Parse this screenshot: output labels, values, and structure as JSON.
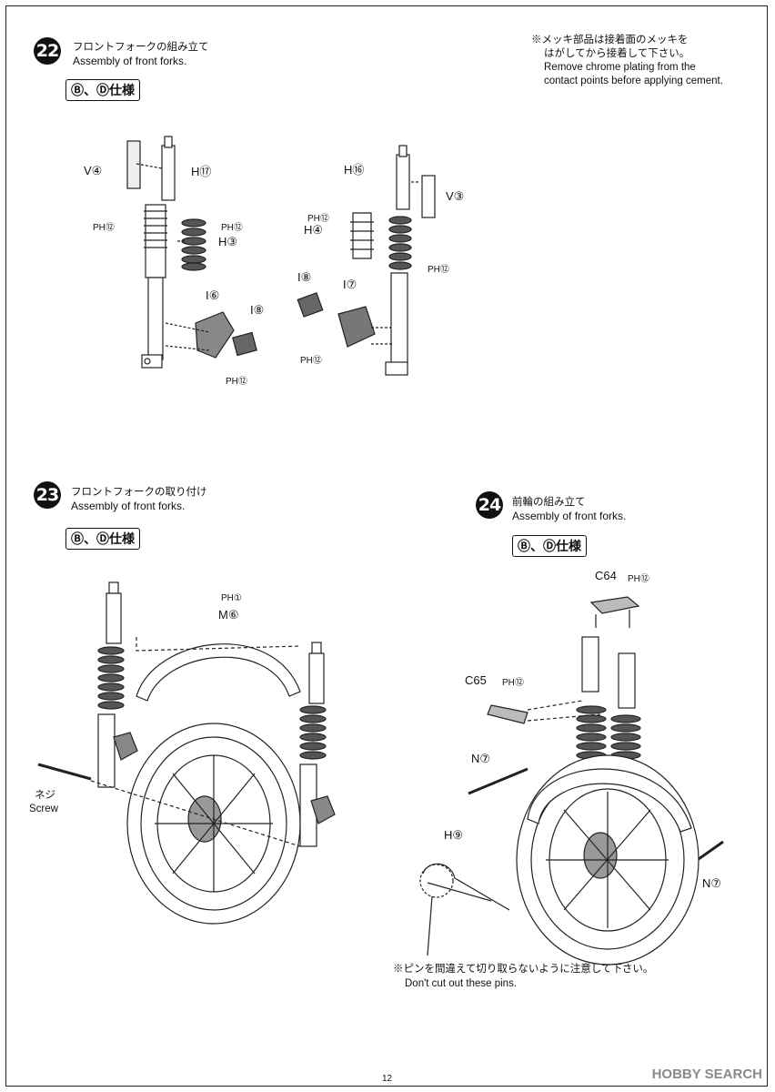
{
  "note_top": {
    "jp1": "※メッキ部品は接着面のメッキを",
    "jp2": "はがしてから接着して下さい。",
    "en1": "Remove chrome plating from the",
    "en2": "contact points before applying cement."
  },
  "steps": [
    {
      "number": "22",
      "title_jp": "フロントフォークの組み立て",
      "title_en": "Assembly of front forks.",
      "spec": "Ⓑ、Ⓓ仕様",
      "labels": [
        "V④",
        "H⑰",
        "PH⑫",
        "PH⑫",
        "H③",
        "I⑥",
        "I⑧",
        "PH⑫",
        "H⑯",
        "V③",
        "PH⑫",
        "H④",
        "PH⑫",
        "I⑧",
        "I⑦",
        "PH⑫"
      ]
    },
    {
      "number": "23",
      "title_jp": "フロントフォークの取り付け",
      "title_en": "Assembly of front forks.",
      "spec": "Ⓑ、Ⓓ仕様",
      "labels": [
        "PH①",
        "M⑥",
        "ネジ",
        "Screw"
      ]
    },
    {
      "number": "24",
      "title_jp": "前輪の組み立て",
      "title_en": "Assembly of front forks.",
      "spec": "Ⓑ、Ⓓ仕様",
      "labels": [
        "C64",
        "PH⑫",
        "C65",
        "PH⑫",
        "N⑦",
        "H⑨",
        "N⑦"
      ],
      "note_jp": "※ピンを間違えて切り取らないように注意して下さい。",
      "note_en": "Don't cut out these pins."
    }
  ],
  "page_number": "12",
  "watermark": "HOBBY SEARCH"
}
